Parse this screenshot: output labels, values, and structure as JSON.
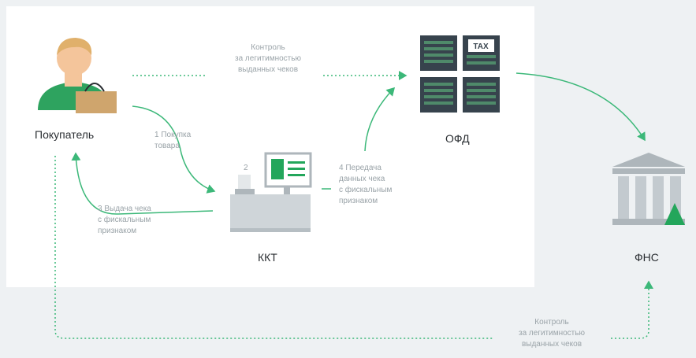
{
  "nodes": {
    "buyer": "Покупатель",
    "kkt": "ККТ",
    "ofd": "ОФД",
    "fns": "ФНС"
  },
  "flows": {
    "control_top": "Контроль\nза легитимностью\nвыданных чеков",
    "purchase": "1  Покупка\nтовара",
    "step2": "2",
    "receipt": "3  Выдача чека\nс фискальным\nпризнаком",
    "transfer": "4  Передача\nданных чека\nс фискальным\nпризнаком",
    "control_bottom": "Контроль\nза легитимностью\nвыданных чеков"
  },
  "server_badge": "TAX",
  "colors": {
    "accent": "#23a65b",
    "arrow": "#3cb879",
    "server": "#37434d",
    "server_screen": "#4f8a6a",
    "building": "#aeb6bb",
    "register": "#cfd5d9",
    "person_shirt": "#2ea35f",
    "person_skin": "#f4c59b",
    "person_hair": "#e0b06b",
    "bag": "#cfa56d"
  }
}
